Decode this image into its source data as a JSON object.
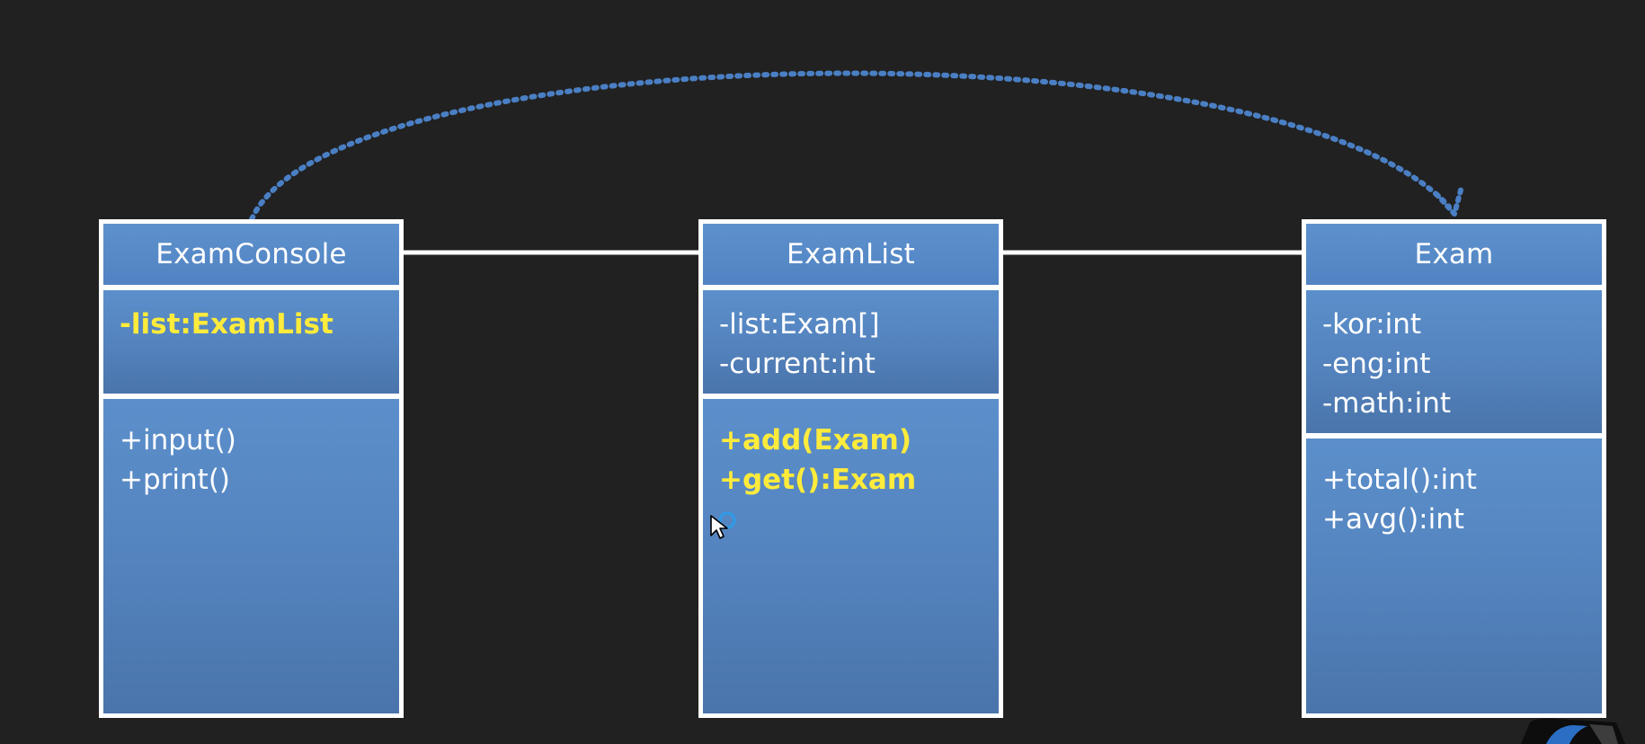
{
  "diagram": {
    "classes": [
      {
        "id": "ExamConsole",
        "name": "ExamConsole",
        "attributes": [
          {
            "text": "-list:ExamList",
            "highlighted": true
          }
        ],
        "operations": [
          {
            "text": "+input()",
            "highlighted": false
          },
          {
            "text": "+print()",
            "highlighted": false
          }
        ]
      },
      {
        "id": "ExamList",
        "name": "ExamList",
        "attributes": [
          {
            "text": "-list:Exam[]",
            "highlighted": false
          },
          {
            "text": "-current:int",
            "highlighted": false
          }
        ],
        "operations": [
          {
            "text": "+add(Exam)",
            "highlighted": true
          },
          {
            "text": "+get():Exam",
            "highlighted": true
          }
        ]
      },
      {
        "id": "Exam",
        "name": "Exam",
        "attributes": [
          {
            "text": "-kor:int",
            "highlighted": false
          },
          {
            "text": "-eng:int",
            "highlighted": false
          },
          {
            "text": "-math:int",
            "highlighted": false
          }
        ],
        "operations": [
          {
            "text": "+total():int",
            "highlighted": false
          },
          {
            "text": "+avg():int",
            "highlighted": false
          }
        ]
      }
    ],
    "relationships": [
      {
        "type": "association",
        "from": "ExamConsole",
        "to": "ExamList",
        "style": "solid"
      },
      {
        "type": "association",
        "from": "ExamList",
        "to": "Exam",
        "style": "solid"
      },
      {
        "type": "dependency",
        "from": "ExamConsole",
        "to": "Exam",
        "style": "dotted-arrow"
      }
    ],
    "colors": {
      "background": "#212121",
      "class_fill": "#5585c0",
      "class_border": "#ffffff",
      "highlight_text": "#ffeb3b",
      "dependency_arrow": "#4a7fc4",
      "association_line": "#ffffff"
    }
  }
}
